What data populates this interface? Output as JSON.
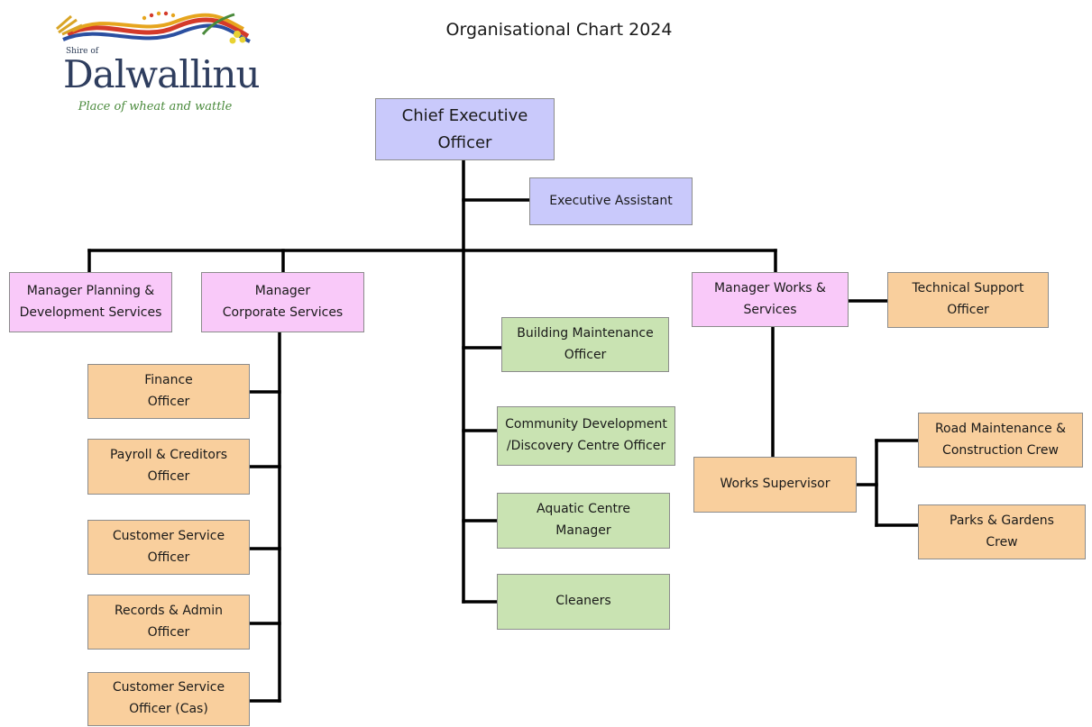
{
  "title": "Organisational Chart 2024",
  "logo": {
    "shire_of": "Shire of",
    "name": "Dalwallinu",
    "tagline": "Place of wheat and wattle"
  },
  "colors": {
    "executive": "#c9c9fb",
    "manager": "#f9c9f9",
    "staff": "#f9cf9d",
    "centre_staff": "#c9e3b2",
    "connector": "#000000"
  },
  "nodes": {
    "ceo": "Chief Executive\nOfficer",
    "executive_assistant": "Executive Assistant",
    "manager_planning": "Manager Planning &\nDevelopment Services",
    "manager_corporate": "Manager\nCorporate Services",
    "manager_works": "Manager Works &\nServices",
    "technical_support": "Technical Support\nOfficer",
    "building_maintenance": "Building Maintenance\nOfficer",
    "community_development": "Community Development\n/Discovery Centre Officer",
    "aquatic_centre": "Aquatic Centre\nManager",
    "cleaners": "Cleaners",
    "finance_officer": "Finance\nOfficer",
    "payroll_creditors": "Payroll & Creditors\nOfficer",
    "customer_service": "Customer Service\nOfficer",
    "records_admin": "Records & Admin\nOfficer",
    "customer_service_cas": "Customer Service\nOfficer (Cas)",
    "works_supervisor": "Works Supervisor",
    "road_maintenance": "Road Maintenance &\nConstruction Crew",
    "parks_gardens": "Parks & Gardens\nCrew"
  }
}
